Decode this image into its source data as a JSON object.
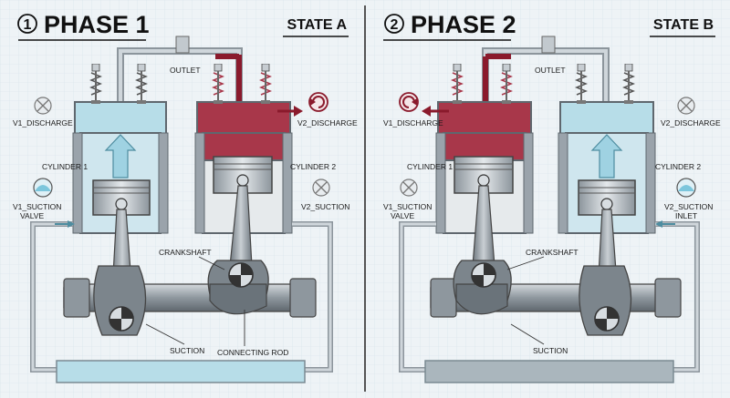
{
  "panels": [
    {
      "number": "1",
      "title": "PHASE 1",
      "state": "STATE A",
      "labels": {
        "outlet": "OUTLET",
        "v1": "V1_DISCHARGE",
        "v2": "V2_DISCHARGE",
        "cyl1": "CYLINDER 1",
        "cyl2": "CYLINDER 2",
        "lowerLeft1": "V1_SUCTION",
        "lowerLeft2": "VALVE",
        "lowerRight1": "V2_SUCTION",
        "lowerRight2": "",
        "crankshaft": "CRANKSHAFT",
        "suction": "SUCTION",
        "connectingRod": "CONNECTING ROD"
      }
    },
    {
      "number": "2",
      "title": "PHASE 2",
      "state": "STATE B",
      "labels": {
        "outlet": "OUTLET",
        "v1": "V1_DISCHARGE",
        "v2": "V2_DISCHARGE",
        "cyl1": "CYLINDER 1",
        "cyl2": "CYLINDER 2",
        "lowerLeft1": "V1_SUCTION",
        "lowerLeft2": "VALVE",
        "lowerRight1": "V2_SUCTION",
        "lowerRight2": "INLET",
        "crankshaft": "CRANKSHAFT",
        "suction": "SUCTION",
        "connectingRod": ""
      }
    }
  ],
  "colors": {
    "background": "#eef3f6",
    "grid": "#d6e2ea",
    "metal": "#9aa3ab",
    "metalDark": "#5f676e",
    "fluidLight": "#b7dde8",
    "fluidHot": "#a8374a",
    "arrowHot": "#8a1a2c",
    "arrowCool": "#7cc6dc",
    "divider": "#555555"
  }
}
